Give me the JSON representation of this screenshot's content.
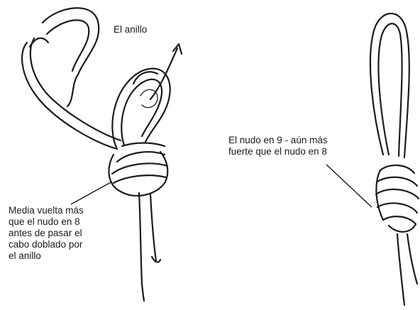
{
  "labels": {
    "ring": "El anillo",
    "figure_nine": [
      "El nudo en 9 - aún más",
      "fuerte que el nudo en 8"
    ],
    "half_turn": [
      "Media vuelta más",
      "que el nudo en 8",
      "antes de pasar el",
      "cabo doblado por",
      "el anillo"
    ]
  },
  "colors": {
    "ink": "#1c1c1c",
    "background": "#ffffff"
  }
}
